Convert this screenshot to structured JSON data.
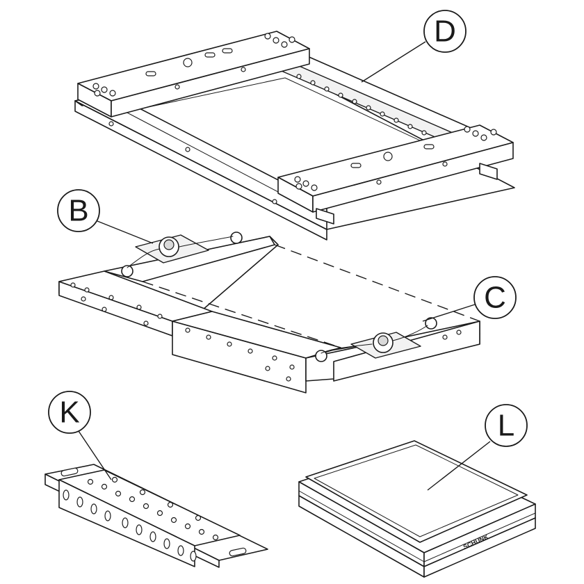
{
  "diagram": {
    "callouts": [
      {
        "id": "D",
        "label": "D",
        "part": "frame"
      },
      {
        "id": "B",
        "label": "B",
        "part": "plate-left"
      },
      {
        "id": "C",
        "label": "C",
        "part": "plate-right"
      },
      {
        "id": "K",
        "label": "K",
        "part": "rail"
      },
      {
        "id": "L",
        "label": "L",
        "part": "tray"
      }
    ],
    "brand_mark": "SCHUNK"
  }
}
